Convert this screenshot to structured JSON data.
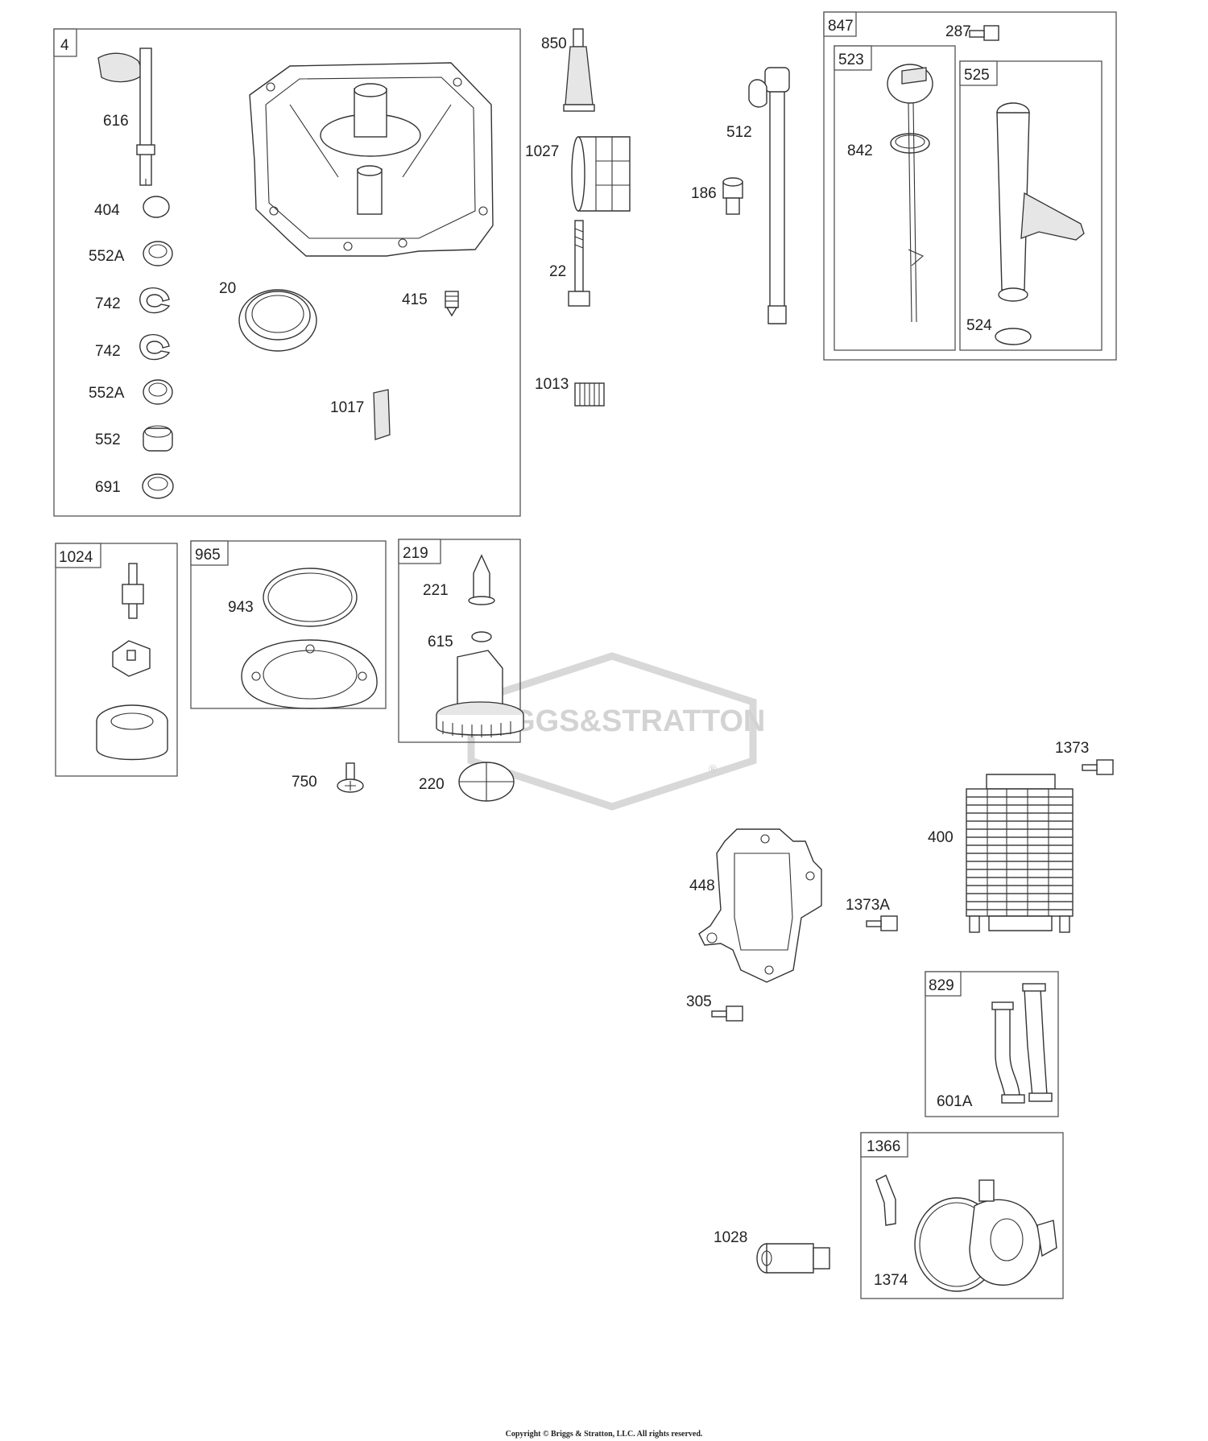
{
  "watermark": {
    "brand": "BRIGGS&STRATTON",
    "registered": "®"
  },
  "footer": {
    "copyright": "Copyright © Briggs & Stratton, LLC. All rights reserved."
  },
  "groups": [
    {
      "id": "g4",
      "number": "4",
      "parts": [
        "616",
        "404",
        "552A",
        "742",
        "742",
        "552A",
        "552",
        "691",
        "20",
        "415",
        "1017"
      ]
    },
    {
      "id": "g847",
      "number": "847",
      "parts": [
        "287"
      ]
    },
    {
      "id": "g523",
      "number": "523",
      "parts": [
        "842"
      ]
    },
    {
      "id": "g525",
      "number": "525",
      "parts": [
        "524"
      ]
    },
    {
      "id": "g1024",
      "number": "1024",
      "parts": []
    },
    {
      "id": "g965",
      "number": "965",
      "parts": [
        "943"
      ]
    },
    {
      "id": "g219",
      "number": "219",
      "parts": [
        "221",
        "615"
      ]
    },
    {
      "id": "g829",
      "number": "829",
      "parts": [
        "601A"
      ]
    },
    {
      "id": "g1366",
      "number": "1366",
      "parts": [
        "1374"
      ]
    }
  ],
  "loose_parts": [
    "850",
    "1027",
    "22",
    "1013",
    "512",
    "186",
    "750",
    "220",
    "1373",
    "400",
    "448",
    "1373A",
    "305",
    "1028"
  ]
}
